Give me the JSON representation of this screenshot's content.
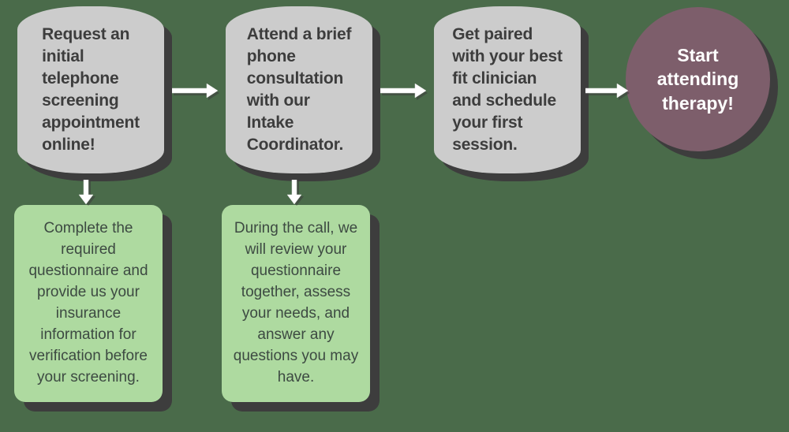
{
  "diagram": {
    "title": "Therapy intake process flowchart",
    "background_color": "#4a6b4a",
    "colors": {
      "process_fill": "#cccccc",
      "process_text": "#3d3d3d",
      "terminal_fill": "#7d5e6b",
      "terminal_text": "#ffffff",
      "detail_fill": "#aedaa0",
      "detail_text": "#3d4a42",
      "shadow": "#3d3d3d",
      "arrow_fill": "#ffffff"
    },
    "steps": [
      {
        "id": "step-1",
        "shape": "barrel",
        "label": "Request an\ninitial\ntelephone\nscreening\nappointment\nonline!"
      },
      {
        "id": "step-2",
        "shape": "barrel",
        "label": "Attend a brief\nphone\nconsultation\nwith our\nIntake\nCoordinator."
      },
      {
        "id": "step-3",
        "shape": "barrel",
        "label": "Get paired\nwith your best\nfit clinician\nand schedule\nyour first\nsession."
      },
      {
        "id": "step-4",
        "shape": "circle",
        "label": "Start\nattending\ntherapy!"
      }
    ],
    "details": [
      {
        "id": "detail-1",
        "parent": "step-1",
        "label": "Complete the\nrequired\nquestionnaire and\nprovide us your\ninsurance\ninformation for\nverification before\nyour screening."
      },
      {
        "id": "detail-2",
        "parent": "step-2",
        "label": "During the call, we\nwill review your\nquestionnaire\ntogether, assess\nyour needs, and\nanswer any\nquestions you may\nhave."
      }
    ],
    "connectors": [
      {
        "id": "arrow-1-2",
        "direction": "right",
        "from": "step-1",
        "to": "step-2"
      },
      {
        "id": "arrow-2-3",
        "direction": "right",
        "from": "step-2",
        "to": "step-3"
      },
      {
        "id": "arrow-3-4",
        "direction": "right",
        "from": "step-3",
        "to": "step-4"
      },
      {
        "id": "arrow-1-d1",
        "direction": "down",
        "from": "step-1",
        "to": "detail-1"
      },
      {
        "id": "arrow-2-d2",
        "direction": "down",
        "from": "step-2",
        "to": "detail-2"
      }
    ]
  }
}
